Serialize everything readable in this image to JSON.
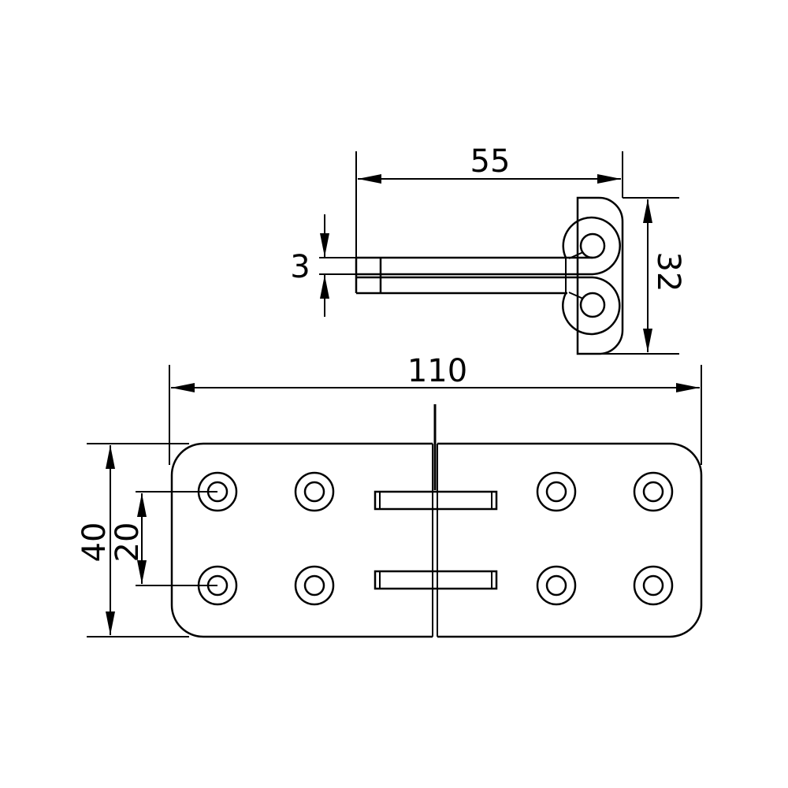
{
  "drawing": {
    "title": "Hinge technical drawing",
    "units": "mm",
    "colors": {
      "line": "#000000",
      "background": "#ffffff"
    },
    "side_view": {
      "dimensions": {
        "length": "55",
        "height": "32",
        "thickness": "3"
      }
    },
    "front_view": {
      "dimensions": {
        "width": "110",
        "height": "40",
        "hole_spacing": "20"
      },
      "holes_per_leaf": 4,
      "knuckle_slots": 2
    }
  }
}
